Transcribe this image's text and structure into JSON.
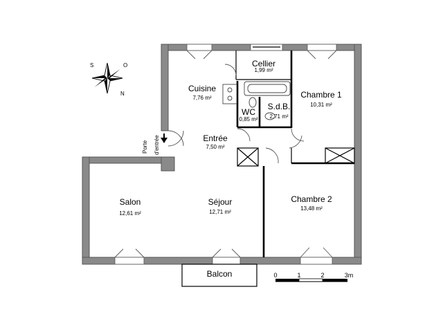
{
  "rooms": {
    "cellier": {
      "name": "Cellier",
      "area": "1,99 m²"
    },
    "cuisine": {
      "name": "Cuisine",
      "area": "7,76 m²"
    },
    "chambre1": {
      "name": "Chambre 1",
      "area": "10,31 m²"
    },
    "wc": {
      "name": "WC",
      "area": "0,85 m²"
    },
    "sdb": {
      "name": "S.d.B.",
      "area": "2,71 m²"
    },
    "entree": {
      "name": "Entrée",
      "area": "7,50 m²"
    },
    "salon": {
      "name": "Salon",
      "area": "12,61 m²"
    },
    "sejour": {
      "name": "Séjour",
      "area": "12,71 m²"
    },
    "chambre2": {
      "name": "Chambre 2",
      "area": "13,48 m²"
    },
    "balcon": {
      "name": "Balcon"
    }
  },
  "entry_door": {
    "line1": "Porte",
    "line2": "d'entrée"
  },
  "scale_bar": {
    "ticks": [
      "0",
      "1",
      "2",
      "3m"
    ]
  },
  "compass": {
    "n": "N",
    "s": "S",
    "o": "O"
  }
}
